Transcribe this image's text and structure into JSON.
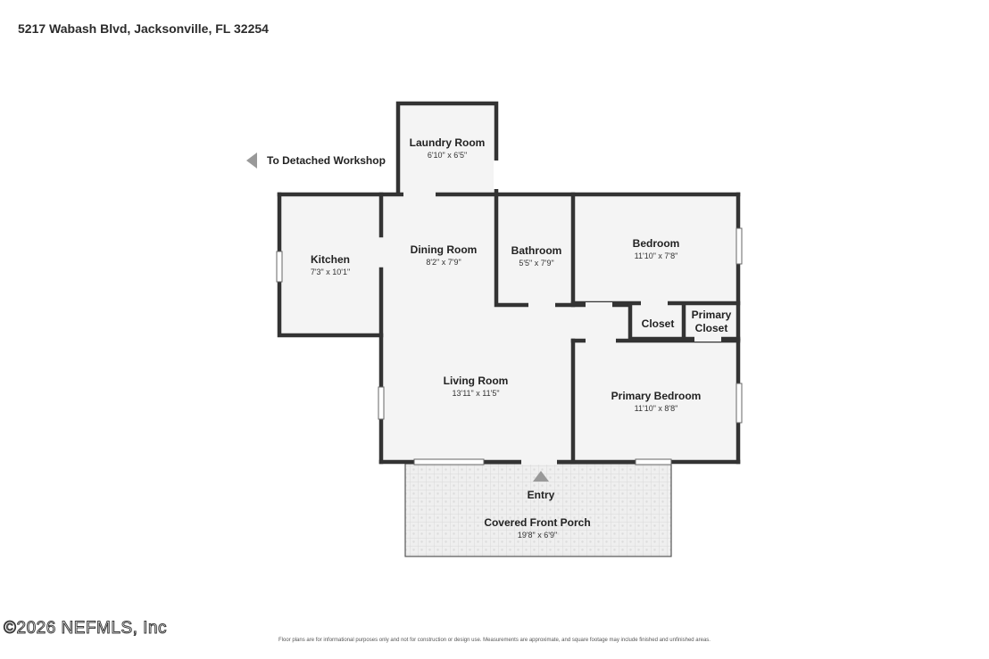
{
  "address": "5217 Wabash Blvd, Jacksonville, FL 32254",
  "direction_label": "To Detached Workshop",
  "entry_label": "Entry",
  "rooms": {
    "laundry": {
      "name": "Laundry Room",
      "dims": "6'10\" x 6'5\""
    },
    "kitchen": {
      "name": "Kitchen",
      "dims": "7'3\" x 10'1\""
    },
    "dining": {
      "name": "Dining Room",
      "dims": "8'2\" x 7'9\""
    },
    "bathroom": {
      "name": "Bathroom",
      "dims": "5'5\" x 7'9\""
    },
    "bedroom": {
      "name": "Bedroom",
      "dims": "11'10\" x 7'8\""
    },
    "closet": {
      "name": "Closet"
    },
    "primary_closet": {
      "line1": "Primary",
      "line2": "Closet"
    },
    "living": {
      "name": "Living Room",
      "dims": "13'11\" x 11'5\""
    },
    "primary_bedroom": {
      "name": "Primary Bedroom",
      "dims": "11'10\" x 8'8\""
    },
    "porch": {
      "name": "Covered Front Porch",
      "dims": "19'8\" x 6'9\""
    }
  },
  "disclaimer": "Floor plans are for informational purposes only and not for construction or design use. Measurements are approximate, and square footage may include finished and unfinished areas.",
  "watermark": "©2026 NEFMLS, Inc",
  "colors": {
    "wall": "#333333",
    "floor": "#f4f4f4",
    "porch_floor": "#ececec"
  }
}
